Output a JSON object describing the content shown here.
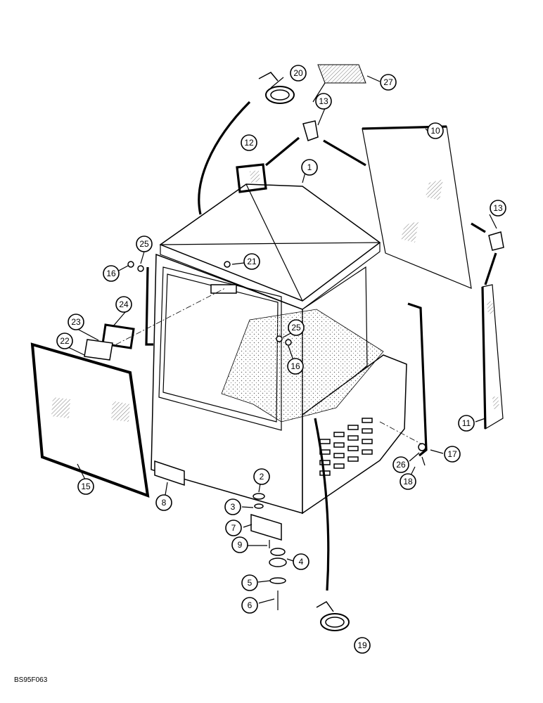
{
  "callouts": [
    {
      "id": "1",
      "label": "1"
    },
    {
      "id": "2",
      "label": "2"
    },
    {
      "id": "3",
      "label": "3"
    },
    {
      "id": "4",
      "label": "4"
    },
    {
      "id": "5",
      "label": "5"
    },
    {
      "id": "6",
      "label": "6"
    },
    {
      "id": "7",
      "label": "7"
    },
    {
      "id": "8",
      "label": "8"
    },
    {
      "id": "9",
      "label": "9"
    },
    {
      "id": "10",
      "label": "10"
    },
    {
      "id": "11",
      "label": "11"
    },
    {
      "id": "12",
      "label": "12"
    },
    {
      "id": "13a",
      "label": "13"
    },
    {
      "id": "13b",
      "label": "13"
    },
    {
      "id": "15",
      "label": "15"
    },
    {
      "id": "16a",
      "label": "16"
    },
    {
      "id": "16b",
      "label": "16"
    },
    {
      "id": "17",
      "label": "17"
    },
    {
      "id": "18",
      "label": "18"
    },
    {
      "id": "19",
      "label": "19"
    },
    {
      "id": "20",
      "label": "20"
    },
    {
      "id": "21",
      "label": "21"
    },
    {
      "id": "22",
      "label": "22"
    },
    {
      "id": "23",
      "label": "23"
    },
    {
      "id": "24",
      "label": "24"
    },
    {
      "id": "25a",
      "label": "25"
    },
    {
      "id": "25b",
      "label": "25"
    },
    {
      "id": "26",
      "label": "26"
    },
    {
      "id": "27",
      "label": "27"
    }
  ],
  "figure_code": "BS95F063"
}
